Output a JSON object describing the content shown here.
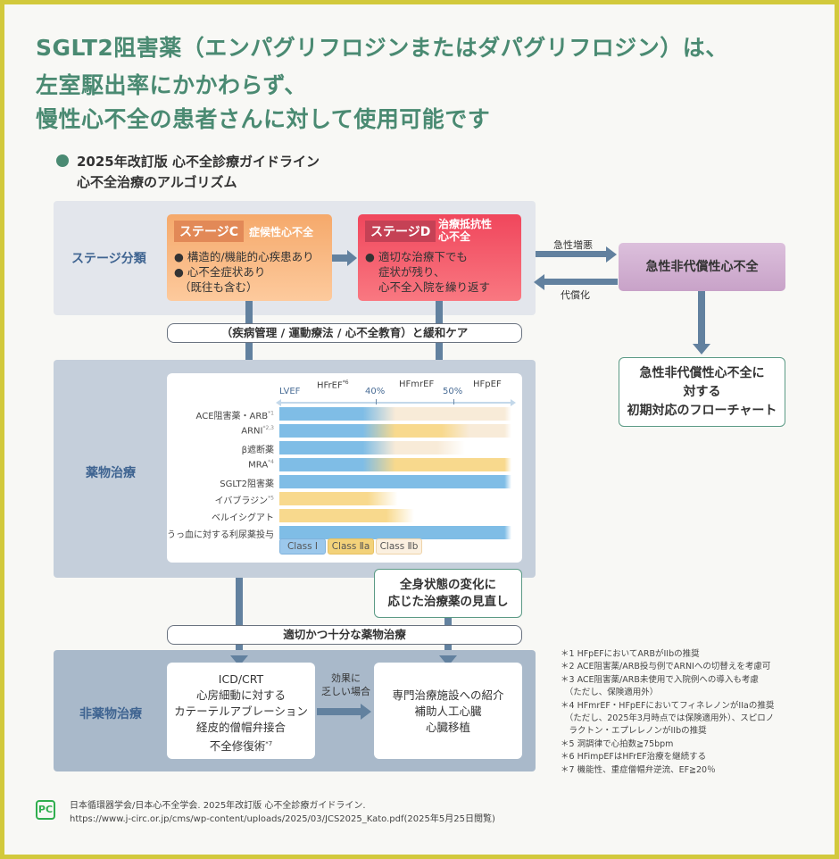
{
  "title": {
    "line1": "SGLT2阻害薬（エンパグリフロジンまたはダパグリフロジン）は、",
    "line2": "左室駆出率にかかわらず、",
    "line3": "慢性心不全の患者さんに対して使用可能です"
  },
  "subtitle": {
    "line1": "2025年改訂版 心不全診療ガイドライン",
    "line2": "心不全治療のアルゴリズム"
  },
  "stage": {
    "label": "ステージ分類",
    "c": {
      "badge": "ステージC",
      "name": "症候性心不全",
      "bullets": [
        "構造的/機能的心疾患あり",
        "心不全症状あり"
      ],
      "note": "（既往も含む）"
    },
    "d": {
      "badge": "ステージD",
      "name1": "治療抵抗性",
      "name2": "心不全",
      "line1": "適切な治療下でも",
      "line2": "症状が残り、",
      "line3": "心不全入院を繰り返す"
    }
  },
  "acute": {
    "title": "急性非代償性心不全",
    "worsen": "急性増悪",
    "compensate": "代償化",
    "flow1": "急性非代償性心不全に",
    "flow2": "対する",
    "flow3": "初期対応のフローチャート"
  },
  "care_pill": "（疾病管理 / 運動療法 / 心不全教育）と緩和ケア",
  "drug": {
    "label": "薬物治療"
  },
  "chart_data": {
    "type": "bar",
    "axis_label": "LVEF",
    "phenotypes": [
      "HFrEF",
      "HFmrEF",
      "HFpEF"
    ],
    "phenotype_sup": [
      "*6",
      "",
      ""
    ],
    "thresholds": [
      "40%",
      "50%"
    ],
    "rows": [
      {
        "name": "ACE阻害薬・ARB",
        "sup": "*1",
        "classes": [
          "I",
          "IIb",
          "IIb"
        ]
      },
      {
        "name": "ARNI",
        "sup": "*2,3",
        "classes": [
          "I",
          "IIa",
          "IIb"
        ]
      },
      {
        "name": "β遮断薬",
        "sup": "",
        "classes": [
          "I",
          "IIb",
          "none"
        ]
      },
      {
        "name": "MRA",
        "sup": "*4",
        "classes": [
          "I",
          "IIa",
          "IIa"
        ]
      },
      {
        "name": "SGLT2阻害薬",
        "sup": "",
        "classes": [
          "I",
          "I",
          "I"
        ]
      },
      {
        "name": "イバブラジン",
        "sup": "*5",
        "classes": [
          "IIa",
          "none",
          "none"
        ]
      },
      {
        "name": "ベルイシグアト",
        "sup": "",
        "classes": [
          "IIa",
          "partial",
          "none"
        ]
      },
      {
        "name": "うっ血に対する利尿薬投与",
        "sup": "",
        "classes": [
          "I",
          "I",
          "I"
        ]
      }
    ],
    "legend": [
      "Class Ⅰ",
      "Class Ⅱa",
      "Class Ⅱb"
    ],
    "colors": {
      "I": "#7fbde6",
      "IIa": "#f8d98d",
      "IIb": "#f8ebd8"
    }
  },
  "review": {
    "line1": "全身状態の変化に",
    "line2": "応じた治療薬の見直し"
  },
  "drug_pill": "適切かつ十分な薬物治療",
  "nondrug": {
    "label": "非薬物治療",
    "left": [
      "ICD/CRT",
      "心房細動に対する",
      "カテーテルアブレーション",
      "経皮的僧帽弁接合"
    ],
    "left_last": "不全修復術",
    "left_sup": "*7",
    "arrow1": "効果に",
    "arrow2": "乏しい場合",
    "right": [
      "専門治療施設への紹介",
      "補助人工心臓",
      "心臓移植"
    ]
  },
  "footnotes": [
    "＊1 HFpEFにおいてARBがIIbの推奨",
    "＊2 ACE阻害薬/ARB投与例でARNIへの切替えを考慮可",
    "＊3 ACE阻害薬/ARB未使用で入院例への導入も考慮",
    "　（ただし、保険適用外）",
    "＊4 HFmrEF・HFpEFにおいてフィネレノンがIIaの推奨",
    "　（ただし、2025年3月時点では保険適用外）、スピロノ",
    "　ラクトン・エプレレノンがIIbの推奨",
    "＊5 洞調律で心拍数≧75bpm",
    "＊6 HFimpEFはHFrEF治療を継続する",
    "＊7 機能性、重症僧帽弁逆流、EF≧20％"
  ],
  "source": {
    "logo": "PC",
    "line1": "日本循環器学会/日本心不全学会. 2025年改訂版 心不全診療ガイドライン.",
    "line2": "https://www.j-circ.or.jp/cms/wp-content/uploads/2025/03/JCS2025_Kato.pdf(2025年5月25日閲覧)"
  }
}
